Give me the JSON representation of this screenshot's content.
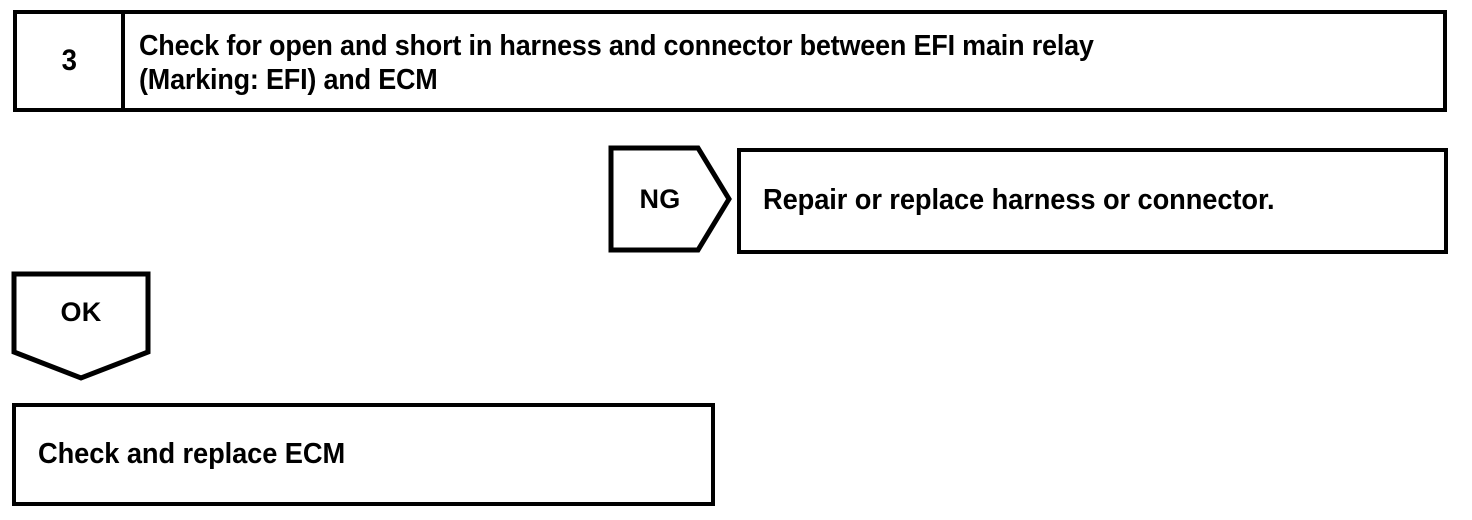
{
  "document": {
    "type": "troubleshooting-flowchart",
    "background_color": "#ffffff",
    "line_color": "#000000",
    "text_color": "#000000"
  },
  "step": {
    "number": "3",
    "instruction_line1": "Check for open and short in harness and connector between EFI main relay",
    "instruction_line2": "(Marking: EFI) and ECM",
    "instruction_full": "Check for open and short in harness and connector between EFI main relay\n(Marking: EFI) and ECM"
  },
  "branches": {
    "ng": {
      "label": "NG",
      "shape": "right-arrow-pentagon",
      "result_text": "Repair or replace harness or connector."
    },
    "ok": {
      "label": "OK",
      "shape": "down-arrow-pentagon",
      "result_text": "Check and replace ECM"
    }
  }
}
